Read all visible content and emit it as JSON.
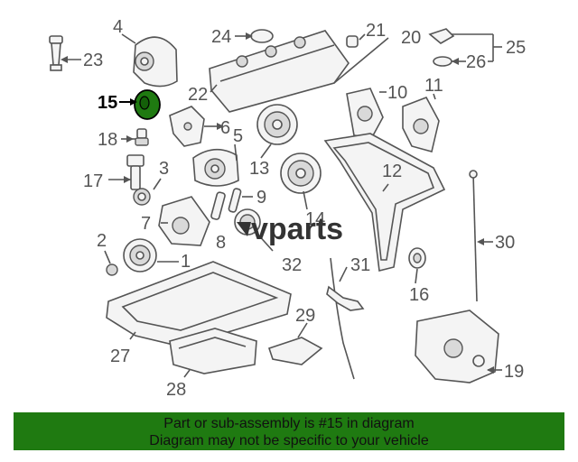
{
  "diagram": {
    "callouts": [
      "1",
      "2",
      "3",
      "4",
      "5",
      "6",
      "7",
      "8",
      "9",
      "10",
      "11",
      "12",
      "13",
      "14",
      "15",
      "16",
      "17",
      "18",
      "19",
      "20",
      "21",
      "22",
      "23",
      "24",
      "25",
      "26",
      "27",
      "28",
      "29",
      "30",
      "31",
      "32"
    ],
    "highlighted": "15",
    "watermark": "vparts",
    "highlight_color": "#1f7a11"
  },
  "banner": {
    "line1": "Part or sub-assembly is #15 in diagram",
    "line2": "Diagram may not be specific to your vehicle",
    "background": "#1f7a11"
  }
}
